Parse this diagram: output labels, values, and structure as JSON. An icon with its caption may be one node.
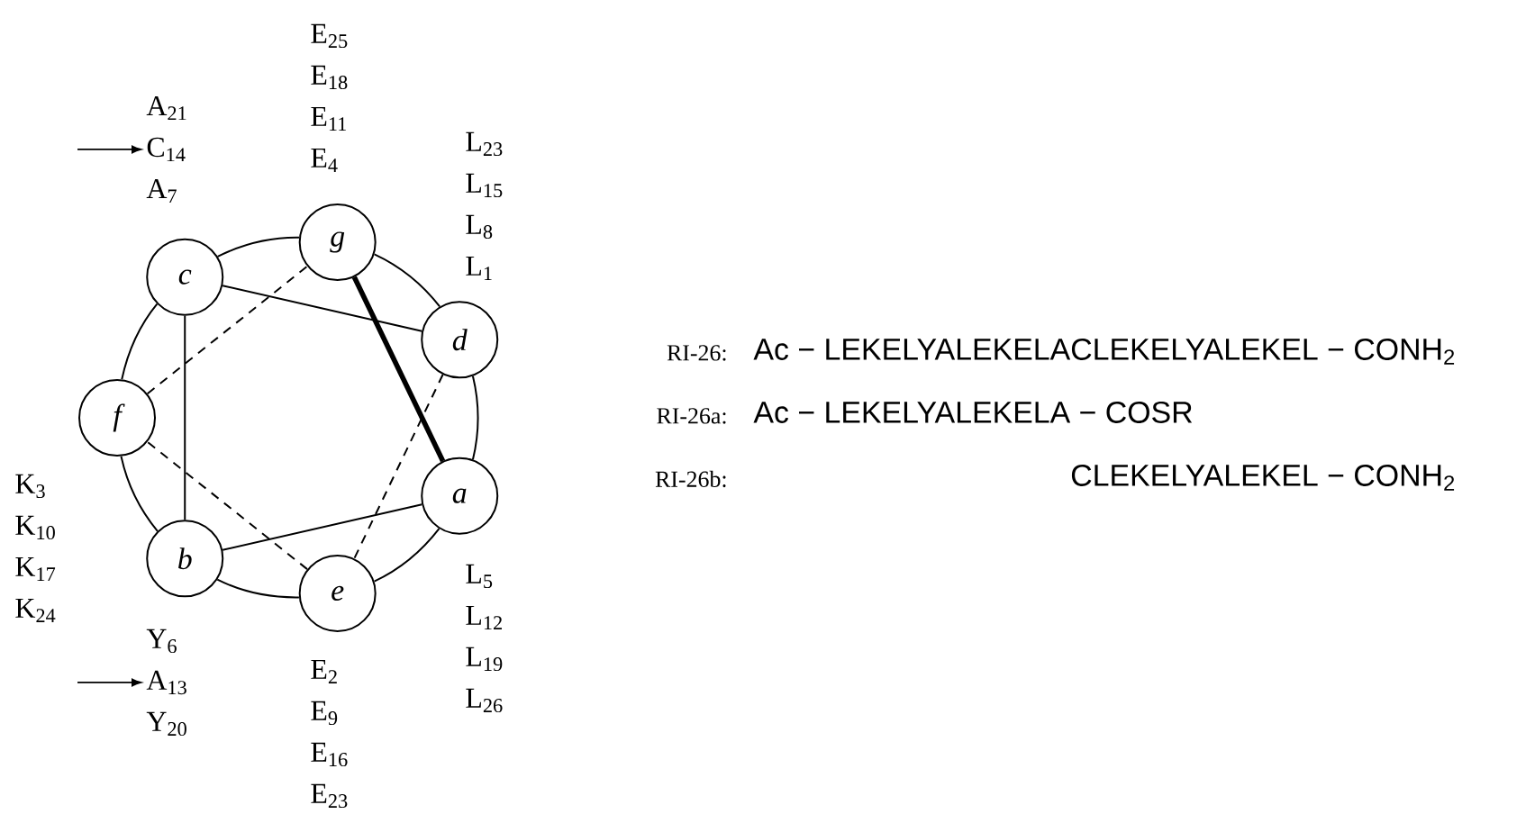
{
  "diagram": {
    "nodes": [
      {
        "text": [
          "g"
        ],
        "beside": [
          "E$_{25}$",
          "E$_{18}$",
          "E$_{11}$",
          "E$_{4}$"
        ]
      },
      {
        "text": [
          "c"
        ],
        "beside": [
          "A$_{21}$",
          "C$_{14}$",
          "A$_{7}$"
        ]
      },
      {
        "text": [
          "d"
        ],
        "beside": [
          "L$_{23}$",
          "L$_{15}$",
          "L$_{8}$",
          "L$_{1}$"
        ]
      },
      {
        "text": [
          "f"
        ],
        "beside": [
          "K$_{3}$",
          "K$_{10}$",
          "K$_{17}$",
          "K$_{24}$"
        ]
      },
      {
        "text": [
          "a"
        ],
        "beside": [
          "L$_{5}$",
          "L$_{12}$",
          "L$_{19}$",
          "L$_{26}$"
        ]
      },
      {
        "text": [
          "b"
        ],
        "beside": [
          "Y$_{6}$",
          "A$_{13}$",
          "Y$_{20}$"
        ]
      },
      {
        "text": [
          "e"
        ],
        "beside": [
          "E$_{2}$",
          "E$_{9}$",
          "E$_{16}$",
          "E$_{23}$"
        ]
      }
    ],
    "edges": [
      {
        "from": 0,
        "to": 2,
        "arrow": "none"
      },
      {
        "from": 2,
        "to": 4,
        "arrow": "none"
      },
      {
        "from": 4,
        "to": 6,
        "arrow": "none"
      },
      {
        "from": 6,
        "to": 5,
        "arrow": "none"
      },
      {
        "from": 5,
        "to": 3,
        "arrow": "none"
      },
      {
        "from": 3,
        "to": 1,
        "arrow": "none"
      },
      {
        "from": 1,
        "to": 0,
        "arrow": "none"
      },
      {
        "from": 4,
        "to": 5,
        "arrow": "none"
      },
      {
        "from": 5,
        "to": 1,
        "arrow": "none"
      },
      {
        "from": 1,
        "to": 2,
        "arrow": "none"
      },
      {
        "from": 2,
        "to": 6,
        "arrow": "none",
        "style": "dashed"
      },
      {
        "from": 6,
        "to": 3,
        "arrow": "none",
        "style": "dashed"
      },
      {
        "from": 3,
        "to": 0,
        "arrow": "none",
        "style": "dashed"
      },
      {
        "from": 0,
        "to": 4,
        "arrow": "none",
        "style": "thick"
      }
    ],
    "labels": [
      "RI-26:",
      "Ac − LEKELYALEKELACLEKELYALEKEL − CONH$_{2}$",
      "RI-26a:",
      "Ac − LEKELYALEKELA − COSR",
      "RI-26b:",
      "CLEKELYALEKEL − CONH$_{2}$"
    ]
  }
}
